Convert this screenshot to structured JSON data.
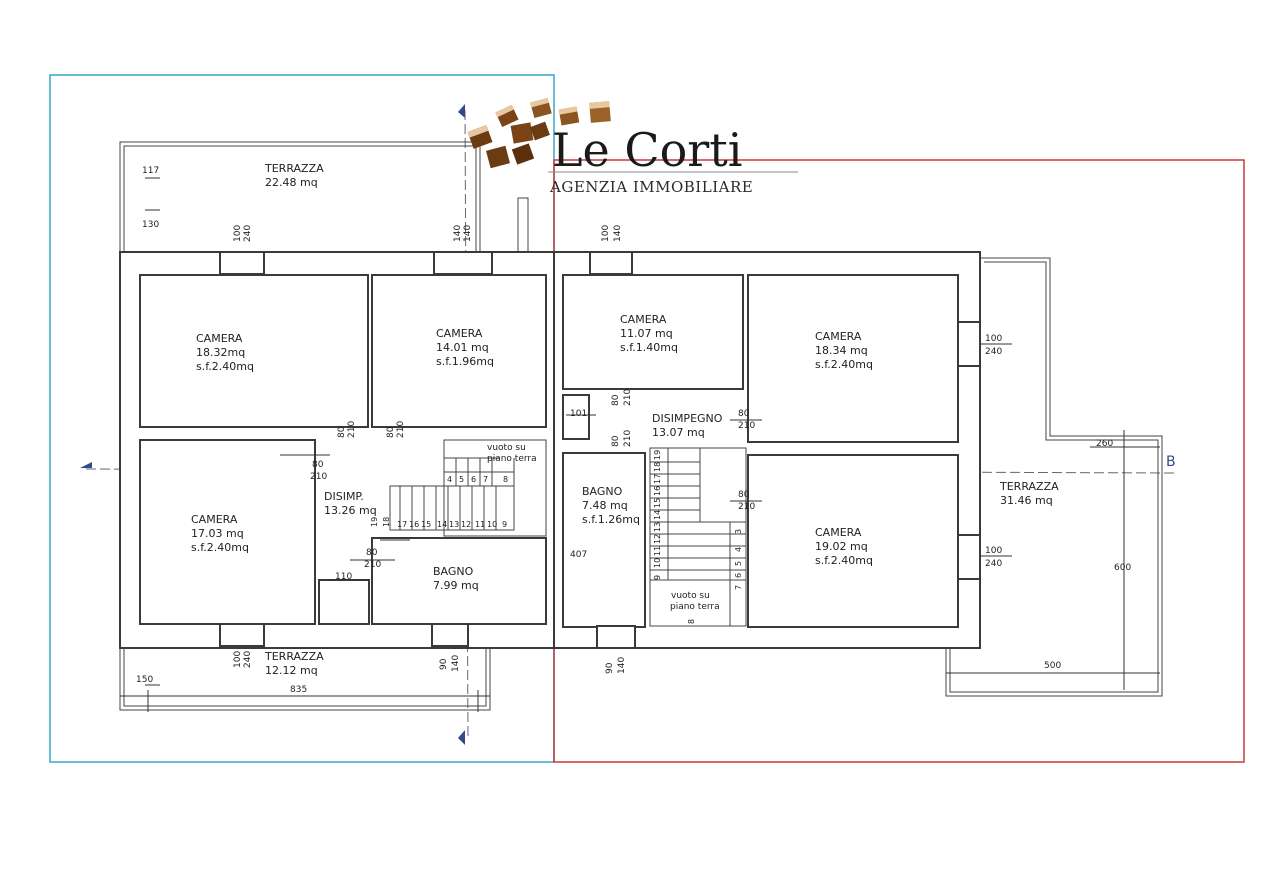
{
  "logo": {
    "name": "Le Corti",
    "subtitle": "AGENZIA IMMOBILIARE"
  },
  "colors": {
    "left_frame": "#3aa6c4",
    "right_frame": "#c83a3a",
    "walls": "#3a3a3a"
  },
  "section_marker": "B",
  "left_unit": {
    "terrazza_top": {
      "name": "TERRAZZA",
      "area": "22.48 mq"
    },
    "camera_tl": {
      "name": "CAMERA",
      "area": "18.32mq",
      "sf": "s.f.2.40mq"
    },
    "camera_tr": {
      "name": "CAMERA",
      "area": "14.01 mq",
      "sf": "s.f.1.96mq"
    },
    "camera_bl": {
      "name": "CAMERA",
      "area": "17.03 mq",
      "sf": "s.f.2.40mq"
    },
    "disimp": {
      "name": "DISIMP.",
      "area": "13.26 mq"
    },
    "bagno": {
      "name": "BAGNO",
      "area": "7.99 mq"
    },
    "vuoto": [
      "vuoto su",
      "piano terra"
    ],
    "terrazza_bottom": {
      "name": "TERRAZZA",
      "area": "12.12 mq"
    },
    "stairs_top": [
      "4",
      "5",
      "6",
      "7",
      "8"
    ],
    "stairs_bottom": [
      "19",
      "18",
      "17",
      "16",
      "15",
      "14",
      "13",
      "12",
      "11",
      "10",
      "9"
    ],
    "dims": {
      "d117": "117",
      "d130": "130",
      "win1_a": "100",
      "win1_b": "240",
      "win2_a": "140",
      "win2_b": "140",
      "door1_a": "80",
      "door1_b": "210",
      "door2_a": "80",
      "door2_b": "210",
      "door3_a": "80",
      "door3_b": "210",
      "door4_a": "80",
      "door4_b": "210",
      "d110": "110",
      "win3_a": "100",
      "win3_b": "240",
      "win4_a": "90",
      "win4_b": "140",
      "d150": "150",
      "d835": "835"
    }
  },
  "right_unit": {
    "camera_tl": {
      "name": "CAMERA",
      "area": "11.07 mq",
      "sf": "s.f.1.40mq"
    },
    "camera_tr": {
      "name": "CAMERA",
      "area": "18.34 mq",
      "sf": "s.f.2.40mq"
    },
    "disimpegno": {
      "name": "DISIMPEGNO",
      "area": "13.07 mq"
    },
    "bagno": {
      "name": "BAGNO",
      "area": "7.48 mq",
      "sf": "s.f.1.26mq"
    },
    "camera_br": {
      "name": "CAMERA",
      "area": "19.02 mq",
      "sf": "s.f.2.40mq"
    },
    "terrazza": {
      "name": "TERRAZZA",
      "area": "31.46 mq"
    },
    "vuoto": [
      "vuoto su",
      "piano terra"
    ],
    "stairs_vertical": [
      "9",
      "10",
      "11",
      "12",
      "13",
      "14",
      "15",
      "16",
      "17",
      "18",
      "19"
    ],
    "stairs_right": [
      "3",
      "4",
      "5",
      "6",
      "7"
    ],
    "stair_bottom": "8",
    "dims": {
      "win1_a": "100",
      "win1_b": "140",
      "win2_a": "100",
      "win2_b": "240",
      "d101": "101",
      "door1_a": "80",
      "door1_b": "210",
      "door2_a": "80",
      "door2_b": "210",
      "door3_a": "80",
      "door3_b": "210",
      "door4_a": "80",
      "door4_b": "210",
      "d407": "407",
      "win3_a": "100",
      "win3_b": "240",
      "win4_a": "90",
      "win4_b": "140",
      "d260": "260",
      "d600": "600",
      "d500": "500"
    }
  }
}
